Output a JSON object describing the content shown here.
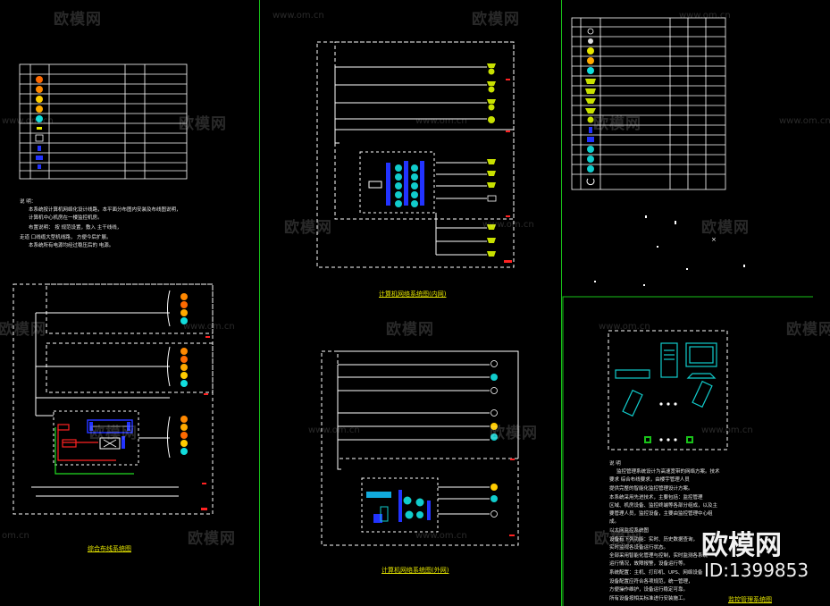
{
  "watermarks": {
    "brand": "欧模网",
    "url": "www.om.cn",
    "url_short": "om.cn"
  },
  "brand_overlay": {
    "name": "欧模网",
    "id": "ID:1399853"
  },
  "notes": {
    "title_left": "说 明：",
    "line1": "本系统按计算机网络化设计线路，本平面分布图内安装及布线图说明，",
    "line2": "计算机中心机房在一楼监控机房。",
    "line3": "布置说明：   按        规范设置，敷入         主干线线，          ",
    "line4": "走道     口线缆大型机线路，  方便今后扩展。",
    "line5": "本系统所有电源均经过稳压后的          电源。",
    "title_right": "说 明",
    "r1": "监控管理系统设计为高速宽带的网络方案。技术",
    "r2": "要求          综合布线要求，由楼宇管理人员",
    "r3": "提供完整的智能化监控管理设计方案。",
    "r4": "   本系统采用先进技术，主要包括：监控管理",
    "r5": "区域、机房设备、监控终端等各部分组成，以及主",
    "r6": "要管理人员，监控设备，主要由监控管理中心组",
    "r7": "成。",
    "r8": "   以太网监控系统图",
    "r9": "设备有下列功能：实时、历史数据查询，",
    "r10": "实时监视各设备运行状态。",
    "r11": "全部采用智能化管理与控制，实时监测各系统",
    "r12": "运行情况，故障报警，设备运行等。",
    "r13": "系统配置：主机、打印机、UPS、网络设备",
    "r14": "   设备配置应符合各项规范，统一管理，",
    "r15": "方便操作维护，设备运行稳定可靠。",
    "r16": "   所有设备按相关标准进行安装施工。"
  },
  "captions": {
    "left_diagram": "综合布线系统图",
    "center_top": "计算机网络系统图(内网)",
    "center_bottom": "计算机网络系统图(外网)",
    "right_bottom": "监控管理系统图"
  },
  "colors": {
    "background": "#000000",
    "line": "#ffffff",
    "green": "#22dd22",
    "yellow": "#e6e600",
    "cyan": "#11cccc",
    "blue": "#2233ff",
    "orange": "#ff8800",
    "red": "#ff2222"
  }
}
